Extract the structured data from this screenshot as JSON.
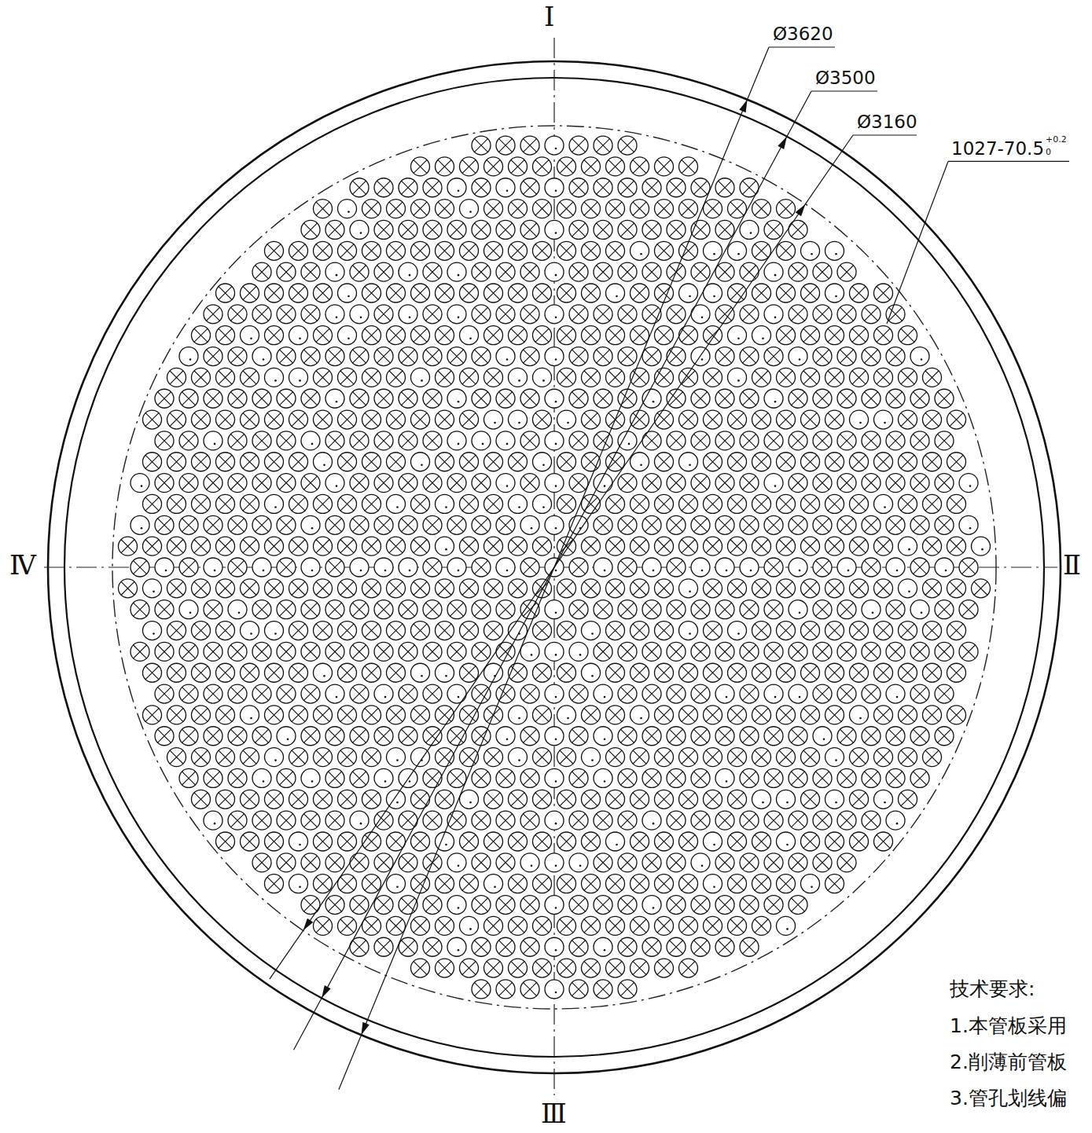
{
  "diagram": {
    "labels": [
      "Ⅰ",
      "Ⅱ",
      "Ⅲ",
      "Ⅳ",
      "Ø3620",
      "Ø3500",
      "Ø3160",
      "1027-70.5",
      "+0.2",
      "0",
      "技术要求:",
      "1.本管板采用",
      "2.削薄前管板",
      "3.管孔划线偏"
    ]
  }
}
